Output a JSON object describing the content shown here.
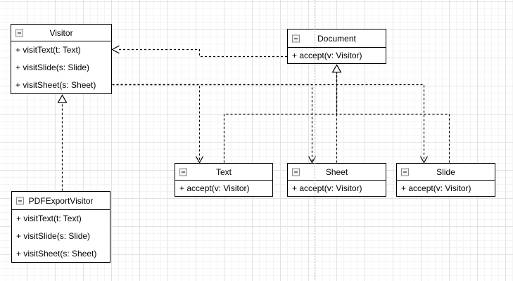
{
  "diagram": {
    "type": "uml-class-diagram",
    "pattern": "Visitor",
    "classes": {
      "visitor": {
        "title": "Visitor",
        "members": [
          "+ visitText(t: Text)",
          "+ visitSlide(s: Slide)",
          "+ visitSheet(s: Sheet)"
        ]
      },
      "document": {
        "title": "Document",
        "members": [
          "+ accept(v: Visitor)"
        ]
      },
      "text": {
        "title": "Text",
        "members": [
          "+ accept(v: Visitor)"
        ]
      },
      "sheet": {
        "title": "Sheet",
        "members": [
          "+ accept(v: Visitor)"
        ]
      },
      "slide": {
        "title": "Slide",
        "members": [
          "+ accept(v: Visitor)"
        ]
      },
      "pdf_export_visitor": {
        "title": "PDFExportVisitor",
        "members": [
          "+ visitText(t: Text)",
          "+ visitSlide(s: Slide)",
          "+ visitSheet(s: Sheet)"
        ]
      }
    },
    "relationships": [
      {
        "from": "Document",
        "to": "Visitor",
        "type": "dependency",
        "line": "dashed",
        "arrowhead": "open"
      },
      {
        "from": "Visitor",
        "to": "Text",
        "type": "dependency",
        "line": "dashed",
        "arrowhead": "open"
      },
      {
        "from": "Visitor",
        "to": "Sheet",
        "type": "dependency",
        "line": "dashed",
        "arrowhead": "open"
      },
      {
        "from": "Visitor",
        "to": "Slide",
        "type": "dependency",
        "line": "dashed",
        "arrowhead": "open"
      },
      {
        "from": "Text",
        "to": "Document",
        "type": "realization",
        "line": "dashed",
        "arrowhead": "hollow-triangle"
      },
      {
        "from": "Sheet",
        "to": "Document",
        "type": "realization",
        "line": "dashed",
        "arrowhead": "hollow-triangle"
      },
      {
        "from": "Slide",
        "to": "Document",
        "type": "realization",
        "line": "dashed",
        "arrowhead": "hollow-triangle"
      },
      {
        "from": "PDFExportVisitor",
        "to": "Visitor",
        "type": "realization",
        "line": "dashed",
        "arrowhead": "hollow-triangle"
      }
    ],
    "icons": {
      "collapse": "minus-square-icon"
    },
    "colors": {
      "box_fill": "#ffffff",
      "box_border": "#000000",
      "edge": "#000000",
      "grid_minor": "#f4f4f4",
      "grid_major": "#e2e2e2",
      "page_boundary": "#b5b5b5",
      "collapse_fill": "#f2f2f2",
      "collapse_border": "#8a8a8a"
    }
  }
}
